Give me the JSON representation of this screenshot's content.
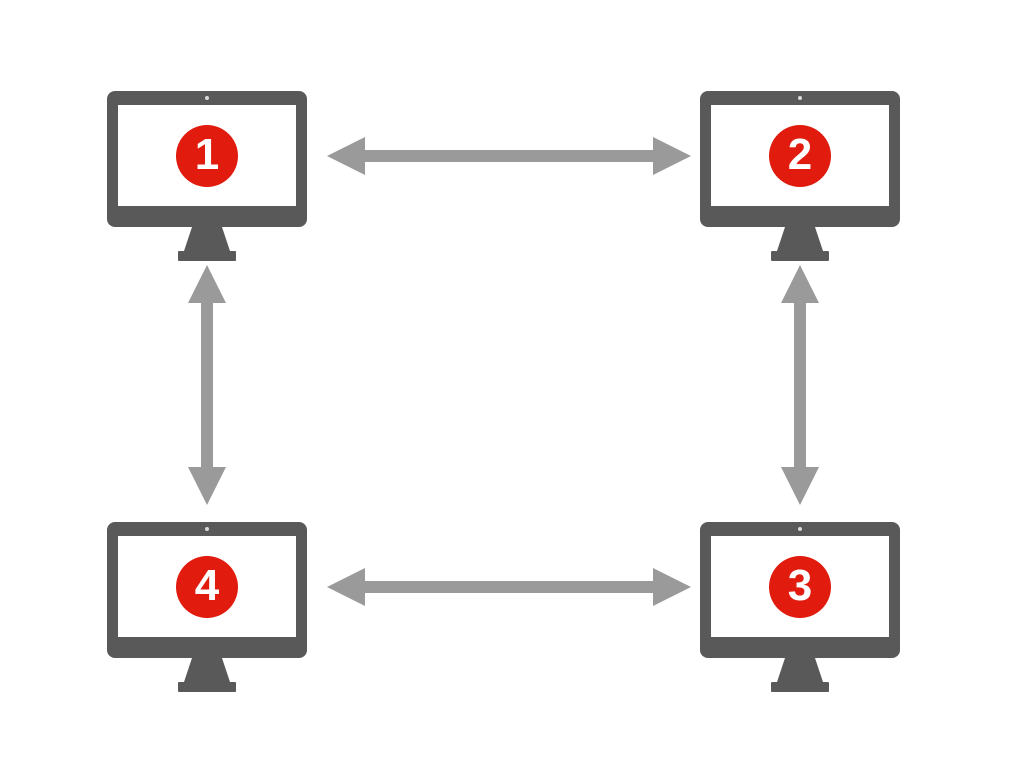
{
  "diagram": {
    "type": "network-topology",
    "colors": {
      "background": "#ffffff",
      "monitor_body": "#595959",
      "screen": "#ffffff",
      "badge": "#e11b0d",
      "badge_text": "#ffffff",
      "arrow": "#9a9a9a",
      "camera_dot": "#d9d9d9"
    },
    "nodes": [
      {
        "id": "computer-1",
        "label": "1",
        "position": "top-left",
        "icon": "desktop-monitor-icon"
      },
      {
        "id": "computer-2",
        "label": "2",
        "position": "top-right",
        "icon": "desktop-monitor-icon"
      },
      {
        "id": "computer-3",
        "label": "3",
        "position": "bottom-right",
        "icon": "desktop-monitor-icon"
      },
      {
        "id": "computer-4",
        "label": "4",
        "position": "bottom-left",
        "icon": "desktop-monitor-icon"
      }
    ],
    "connections": [
      {
        "from": "computer-1",
        "to": "computer-2",
        "direction": "bidirectional",
        "orientation": "horizontal"
      },
      {
        "from": "computer-2",
        "to": "computer-3",
        "direction": "bidirectional",
        "orientation": "vertical"
      },
      {
        "from": "computer-4",
        "to": "computer-3",
        "direction": "bidirectional",
        "orientation": "horizontal"
      },
      {
        "from": "computer-1",
        "to": "computer-4",
        "direction": "bidirectional",
        "orientation": "vertical"
      }
    ]
  }
}
